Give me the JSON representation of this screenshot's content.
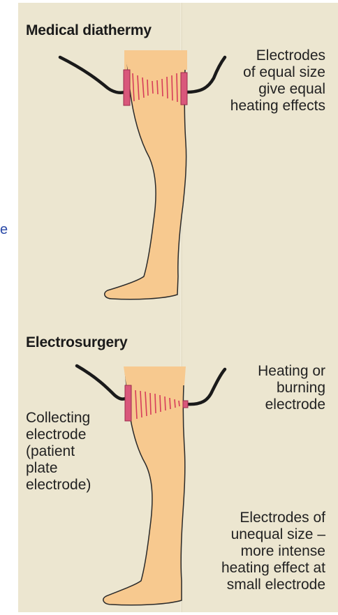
{
  "stray_text": "e",
  "medical_diathermy": {
    "heading": "Medical diathermy",
    "caption": "Electrodes\nof equal size\ngive equal\nheating effects"
  },
  "electrosurgery": {
    "heading": "Electrosurgery",
    "active_electrode_caption": "Heating or\nburning\nelectrode",
    "collecting_electrode_caption": "Collecting\nelectrode\n(patient\nplate\nelectrode)",
    "effect_caption": "Electrodes of\nunequal size –\nmore intense\nheating effect at\nsmall electrode"
  },
  "colors": {
    "background": "#ece6d0",
    "leg_fill": "#f7c98f",
    "leg_outline": "#2a2a2a",
    "electrode": "#d9577b",
    "heat_lines": "#d63c5a",
    "lead_wire": "#1a1a1a"
  }
}
